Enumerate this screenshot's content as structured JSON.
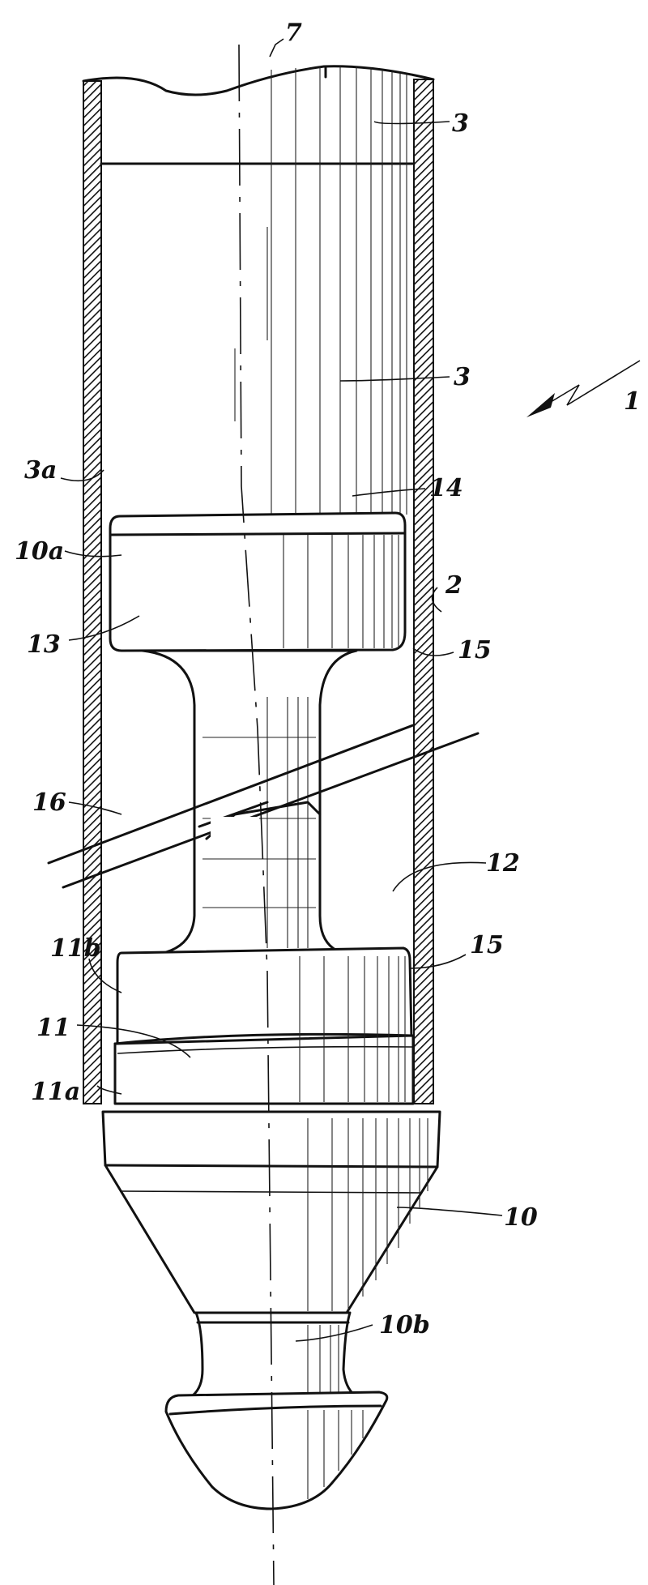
{
  "figure": {
    "labels": {
      "ref_1": "1",
      "ref_2": "2",
      "ref_3_top": "3",
      "ref_3_mid": "3",
      "ref_3a": "3a",
      "ref_7": "7",
      "ref_10": "10",
      "ref_10a": "10a",
      "ref_10b": "10b",
      "ref_11": "11",
      "ref_11a": "11a",
      "ref_11b": "11b",
      "ref_12": "12",
      "ref_13": "13",
      "ref_14": "14",
      "ref_15_upper": "15",
      "ref_15_lower": "15",
      "ref_16": "16"
    },
    "colors": {
      "ink": "#111111",
      "paper": "#ffffff"
    }
  }
}
